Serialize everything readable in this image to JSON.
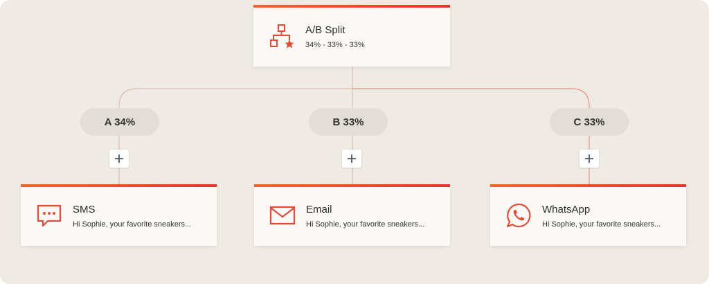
{
  "split_node": {
    "title": "A/B Split",
    "ratio": "34% - 33% - 33%",
    "icon": "ab-split-icon"
  },
  "branches": [
    {
      "label": "A 34%",
      "channel": "SMS",
      "message": "Hi Sophie, your favorite sneakers...",
      "icon": "sms-icon"
    },
    {
      "label": "B 33%",
      "channel": "Email",
      "message": "Hi Sophie, your favorite sneakers...",
      "icon": "email-icon"
    },
    {
      "label": "C 33%",
      "channel": "WhatsApp",
      "message": "Hi Sophie, your favorite sneakers...",
      "icon": "whatsapp-icon"
    }
  ],
  "colors": {
    "accent": "#ea4a35",
    "background": "#efebe4",
    "card": "#fbf9f6",
    "pill": "#e2ddd6",
    "connector": "#d9b8ab"
  }
}
